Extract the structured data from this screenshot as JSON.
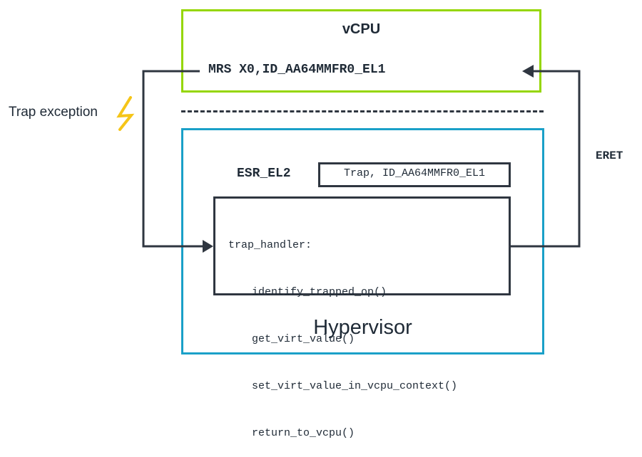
{
  "vcpu": {
    "title": "vCPU",
    "instruction": "MRS X0,ID_AA64MMFR0_EL1"
  },
  "trap": {
    "label": "Trap exception"
  },
  "eret": {
    "label": "ERET"
  },
  "hypervisor": {
    "title": "Hypervisor",
    "esr_label": "ESR_EL2",
    "esr_value": "Trap, ID_AA64MMFR0_EL1",
    "handler_lines": [
      "trap_handler:",
      "identify_trapped_op()",
      "get_virt_value()",
      "set_virt_value_in_vcpu_context()",
      "return_to_vcpu()"
    ]
  },
  "colors": {
    "vcpu_border": "#95d600",
    "hypervisor_border": "#1aa0c8",
    "lines": "#2f3640",
    "lightning": "#f5c518"
  },
  "icons": {
    "trap": "lightning-bolt-icon"
  }
}
